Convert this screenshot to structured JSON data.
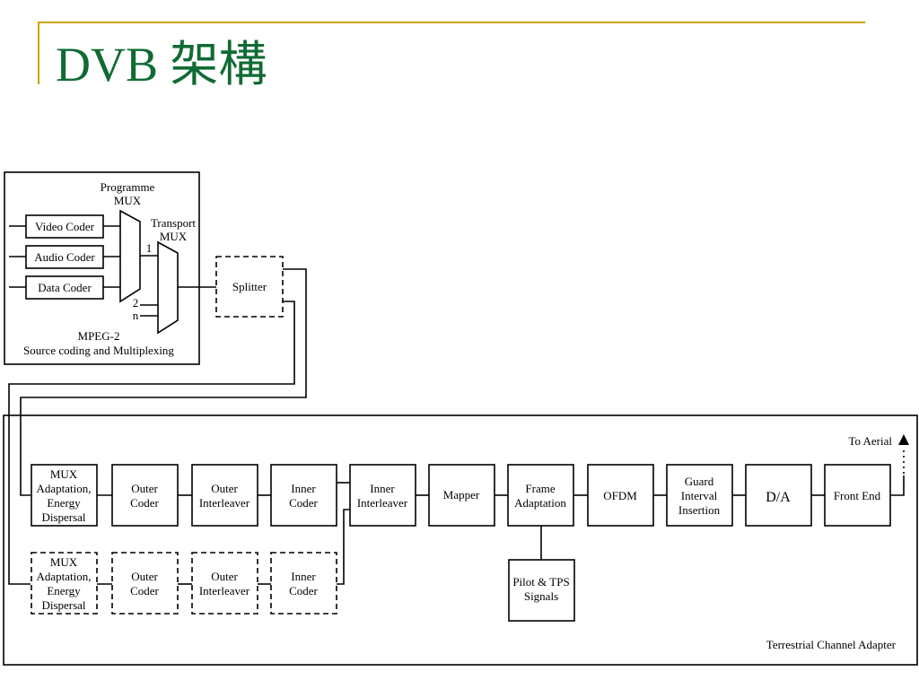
{
  "slide": {
    "title": "DVB 架構"
  },
  "colors": {
    "title": "#0f6b33",
    "rule": "#c9a400",
    "stroke": "#000000"
  },
  "mpeg": {
    "programme_mux": [
      "Programme",
      "MUX"
    ],
    "transport_mux": [
      "Transport",
      "MUX"
    ],
    "video_coder": "Video Coder",
    "audio_coder": "Audio Coder",
    "data_coder": "Data Coder",
    "port_1": "1",
    "port_2": "2",
    "port_n": "n",
    "caption": [
      "MPEG-2",
      "Source coding and Multiplexing"
    ]
  },
  "splitter": "Splitter",
  "chain": {
    "mux_adaptation": [
      "MUX",
      "Adaptation,",
      "Energy",
      "Dispersal"
    ],
    "outer_coder": [
      "Outer",
      "Coder"
    ],
    "outer_interleaver": [
      "Outer",
      "Interleaver"
    ],
    "inner_coder": [
      "Inner",
      "Coder"
    ],
    "inner_interleaver": [
      "Inner",
      "Interleaver"
    ],
    "mapper": "Mapper",
    "frame_adaptation": [
      "Frame",
      "Adaptation"
    ],
    "ofdm": "OFDM",
    "guard_interval": [
      "Guard",
      "Interval",
      "Insertion"
    ],
    "da": "D/A",
    "front_end": "Front End",
    "pilot_tps": [
      "Pilot & TPS",
      "Signals"
    ],
    "to_aerial": "To Aerial",
    "channel_caption": "Terrestrial  Channel Adapter"
  }
}
